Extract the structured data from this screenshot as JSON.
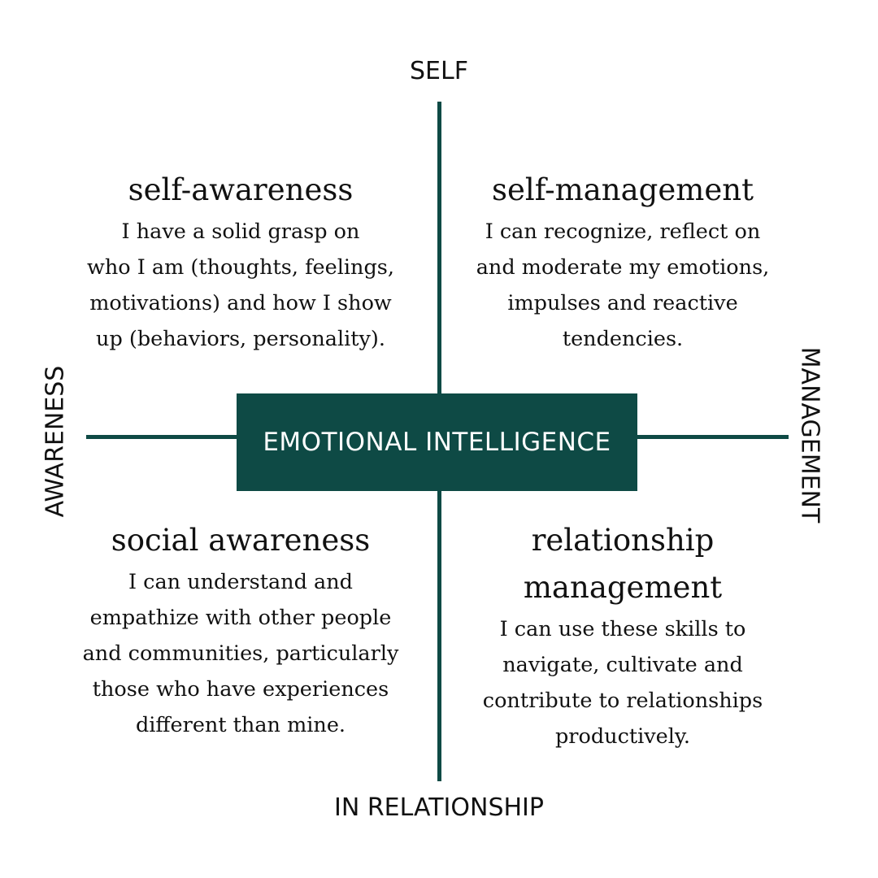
{
  "center": {
    "label": "EMOTIONAL INTELLIGENCE"
  },
  "axes": {
    "top": "SELF",
    "bottom": "IN RELATIONSHIP",
    "left": "AWARENESS",
    "right": "MANAGEMENT"
  },
  "quadrants": {
    "self_awareness": {
      "title": "self-awareness",
      "lines": [
        "I have a solid grasp on",
        "who I am (thoughts, feelings,",
        "motivations) and how I show",
        "up (behaviors, personality)."
      ]
    },
    "self_management": {
      "title": "self-management",
      "lines": [
        "I can recognize, reflect on",
        "and moderate my emotions,",
        "impulses and reactive",
        "tendencies."
      ]
    },
    "social_awareness": {
      "title": "social awareness",
      "lines": [
        "I can understand and",
        "empathize with other people",
        "and communities, particularly",
        "those who have experiences",
        "different than mine."
      ]
    },
    "relationship_management": {
      "title_lines": [
        "relationship",
        "management"
      ],
      "lines": [
        "I can use these skills to",
        "navigate, cultivate and",
        "contribute to relationships",
        "productively."
      ]
    }
  },
  "colors": {
    "accent": "#0e4a45",
    "text": "#111111",
    "background": "#ffffff"
  }
}
